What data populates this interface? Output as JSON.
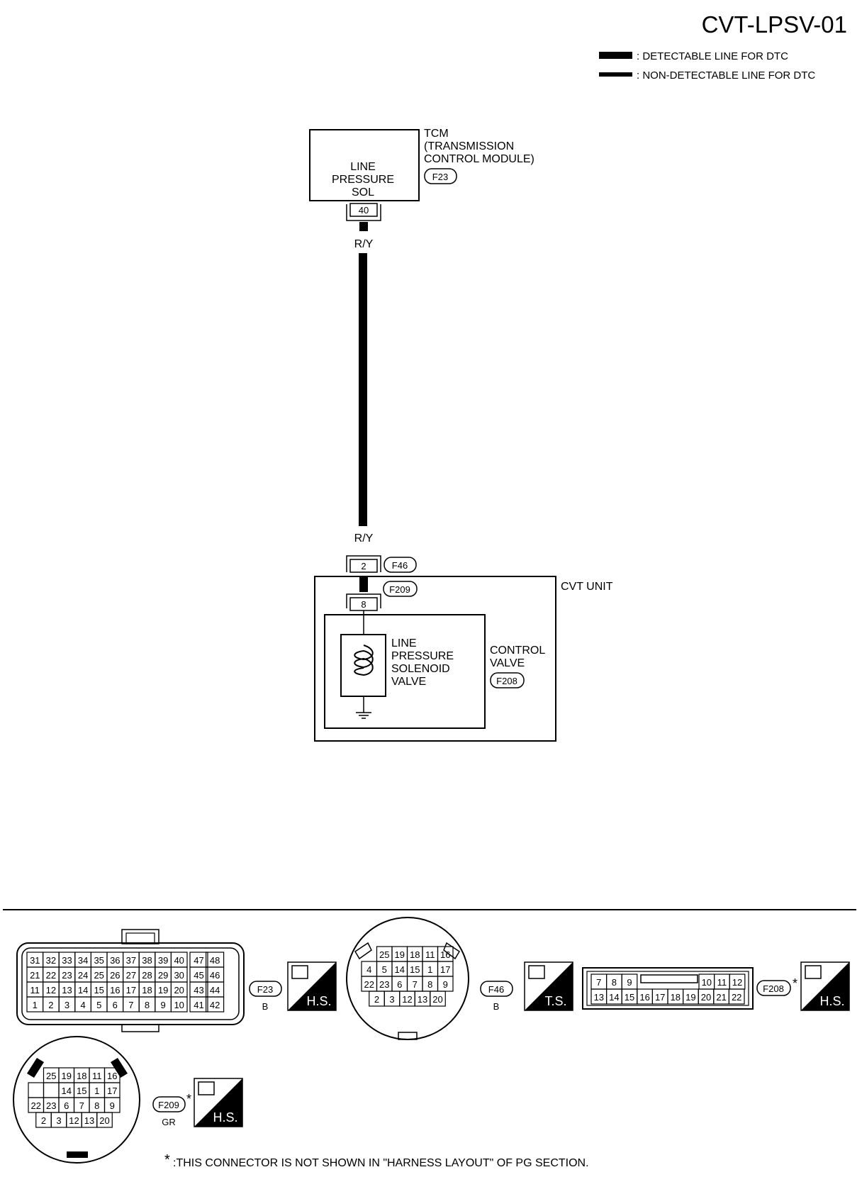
{
  "diagram_id": "CVT-LPSV-01",
  "legend": {
    "detectable": ": DETECTABLE LINE FOR DTC",
    "non_detectable": ": NON-DETECTABLE LINE FOR DTC"
  },
  "tcm": {
    "title_lines": [
      "TCM",
      "(TRANSMISSION",
      "CONTROL MODULE)"
    ],
    "connector": "F23",
    "box_lines": [
      "LINE",
      "PRESSURE",
      "SOL"
    ],
    "pin": "40"
  },
  "wire": {
    "color_top": "R/Y",
    "color_bottom": "R/Y"
  },
  "cvt": {
    "unit_label": "CVT UNIT",
    "f46_pin": "2",
    "f46_label": "F46",
    "f209_pin": "8",
    "f209_label": "F209",
    "control_valve_lines": [
      "CONTROL",
      "VALVE"
    ],
    "control_valve_connector": "F208",
    "solenoid_lines": [
      "LINE",
      "PRESSURE",
      "SOLENOID",
      "VALVE"
    ]
  },
  "connectors": {
    "f23": {
      "label": "F23",
      "color": "B",
      "badge": "H.S.",
      "rows": [
        [
          "31",
          "32",
          "33",
          "34",
          "35",
          "36",
          "37",
          "38",
          "39",
          "40",
          "47",
          "48"
        ],
        [
          "21",
          "22",
          "23",
          "24",
          "25",
          "26",
          "27",
          "28",
          "29",
          "30",
          "45",
          "46"
        ],
        [
          "11",
          "12",
          "13",
          "14",
          "15",
          "16",
          "17",
          "18",
          "19",
          "20",
          "43",
          "44"
        ],
        [
          "1",
          "2",
          "3",
          "4",
          "5",
          "6",
          "7",
          "8",
          "9",
          "10",
          "41",
          "42"
        ]
      ]
    },
    "f46": {
      "label": "F46",
      "color": "B",
      "badge": "T.S.",
      "rows": [
        [
          "25",
          "19",
          "18",
          "11",
          "16"
        ],
        [
          "4",
          "5",
          "14",
          "15",
          "1",
          "17"
        ],
        [
          "22",
          "23",
          "6",
          "7",
          "8",
          "9"
        ],
        [
          "2",
          "3",
          "12",
          "13",
          "20"
        ]
      ]
    },
    "f208": {
      "label": "F208",
      "badge": "H.S.",
      "top_left": [
        "7",
        "8",
        "9"
      ],
      "top_right": [
        "10",
        "11",
        "12"
      ],
      "bottom": [
        "13",
        "14",
        "15",
        "16",
        "17",
        "18",
        "19",
        "20",
        "21",
        "22"
      ]
    },
    "f209": {
      "label": "F209",
      "color": "GR",
      "badge": "H.S.",
      "rows": [
        [
          "25",
          "19",
          "18",
          "11",
          "16"
        ],
        [
          "",
          "",
          "14",
          "15",
          "1",
          "17"
        ],
        [
          "22",
          "23",
          "6",
          "7",
          "8",
          "9"
        ],
        [
          "2",
          "3",
          "12",
          "13",
          "20"
        ]
      ]
    }
  },
  "footnote_mark": "*",
  "footnote": ":THIS CONNECTOR IS NOT SHOWN IN \"HARNESS LAYOUT\" OF PG SECTION."
}
